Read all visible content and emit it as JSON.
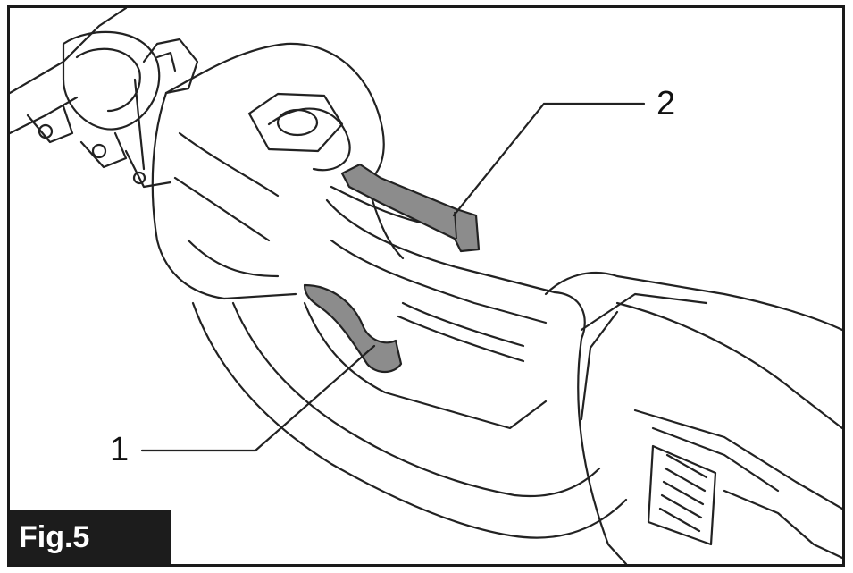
{
  "figure": {
    "label": "Fig.5"
  },
  "callouts": [
    {
      "number": "1"
    },
    {
      "number": "2"
    }
  ],
  "colors": {
    "frame": "#1a1a1a",
    "line": "#222222",
    "part_fill": "#8c8c8c",
    "badge_bg": "#1c1c1c",
    "badge_text": "#ffffff"
  }
}
